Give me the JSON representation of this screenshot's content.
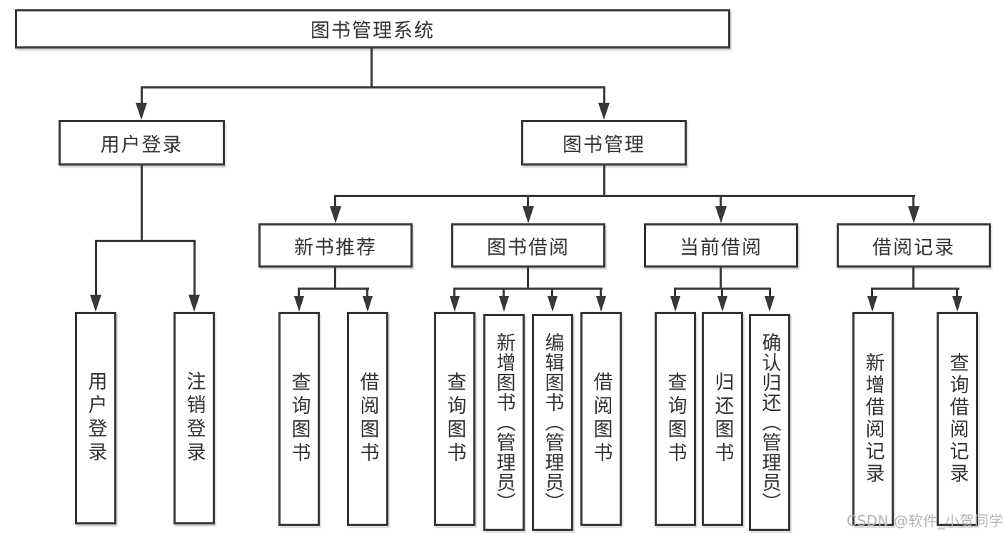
{
  "tree": {
    "root": "图书管理系统",
    "branches": [
      {
        "label": "用户登录",
        "children": [
          "用户登录",
          "注销登录"
        ]
      },
      {
        "label": "图书管理",
        "children": [
          {
            "label": "新书推荐",
            "children": [
              "查询图书",
              "借阅图书"
            ]
          },
          {
            "label": "图书借阅",
            "children": [
              "查询图书",
              "新增图书（管理员）",
              "编辑图书（管理员）",
              "借阅图书"
            ]
          },
          {
            "label": "当前借阅",
            "children": [
              "查询图书",
              "归还图书",
              "确认归还（管理员）"
            ]
          },
          {
            "label": "借阅记录",
            "children": [
              "新增借阅记录",
              "查询借阅记录"
            ]
          }
        ]
      }
    ]
  },
  "watermark": {
    "text": "CSDN @软件_小贺同学",
    "color": "#b3b3b3"
  },
  "colors": {
    "line": "#383838",
    "text": "#333333",
    "background": "#ffffff"
  }
}
